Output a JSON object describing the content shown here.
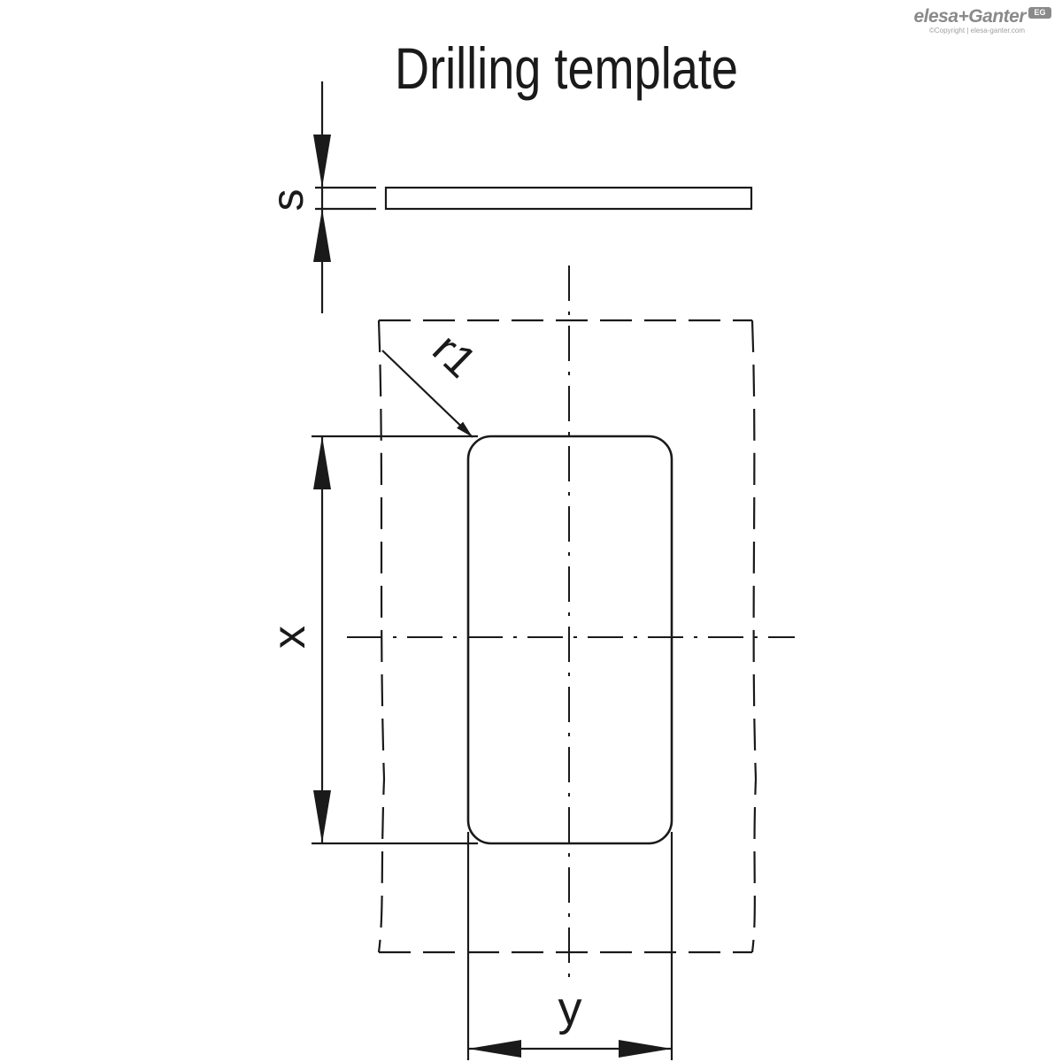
{
  "title": "Drilling template",
  "dimensions": {
    "thickness": "s",
    "radius": "r1",
    "length": "x",
    "width": "y"
  },
  "logo": {
    "brand": "elesa+Ganter",
    "badge": "EG",
    "copyright": "©Copyright | elesa-ganter.com"
  },
  "colors": {
    "line": "#1a1a1a",
    "logo": "#8a8a8a"
  }
}
